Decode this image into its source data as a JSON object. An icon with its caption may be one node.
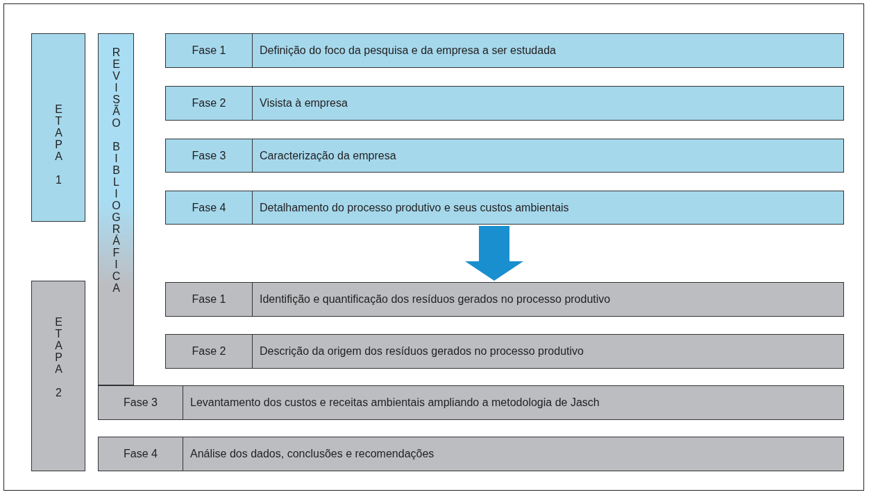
{
  "diagram": {
    "nodes": [
      {
        "text": [
          "ETAPA 1"
        ]
      },
      {
        "text": [
          "REVISÃO BIBLIOGRÁFICA"
        ]
      },
      {
        "text": [
          "Fase 1",
          "Definição do foco da pesquisa e da empresa a ser estudada"
        ]
      },
      {
        "text": [
          "Fase 2",
          "Visista à empresa"
        ]
      },
      {
        "text": [
          "Fase 3",
          "Caracterização da empresa"
        ]
      },
      {
        "text": [
          "Fase 4",
          "Detalhamento do processo produtivo e seus custos ambientais"
        ]
      },
      {
        "text": [
          "ETAPA 2"
        ]
      },
      {
        "text": [
          "Fase 1",
          "Identifição e quantificação dos resíduos gerados no processo produtivo"
        ]
      },
      {
        "text": [
          "Fase 2",
          "Descrição da origem dos resíduos gerados no processo produtivo"
        ]
      },
      {
        "text": [
          "Fase 3",
          "Levantamento dos custos e receitas ambientais ampliando a metodologia de Jasch"
        ]
      },
      {
        "text": [
          "Fase 4",
          "Análise dos dados, conclusões e recomendações"
        ]
      }
    ],
    "edges": [
      {
        "from": 5,
        "to": 7,
        "arrow": "to"
      }
    ]
  }
}
